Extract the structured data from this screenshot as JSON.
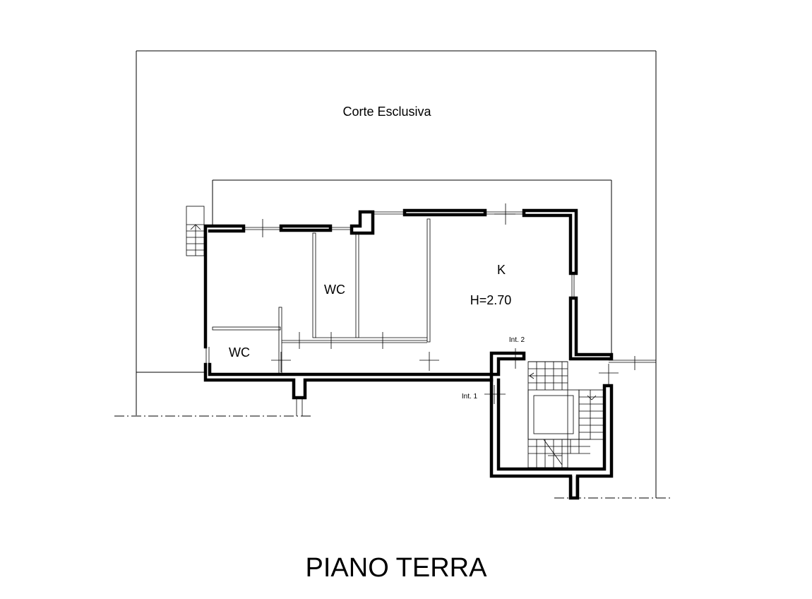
{
  "drawing_title": "PIANO TERRA",
  "labels": {
    "courtyard": "Corte Esclusiva",
    "kitchen": "K",
    "ceiling_height": "H=2.70",
    "wc_upper": "WC",
    "wc_lower": "WC",
    "entrance_1": "Int. 1",
    "entrance_2": "Int. 2"
  }
}
